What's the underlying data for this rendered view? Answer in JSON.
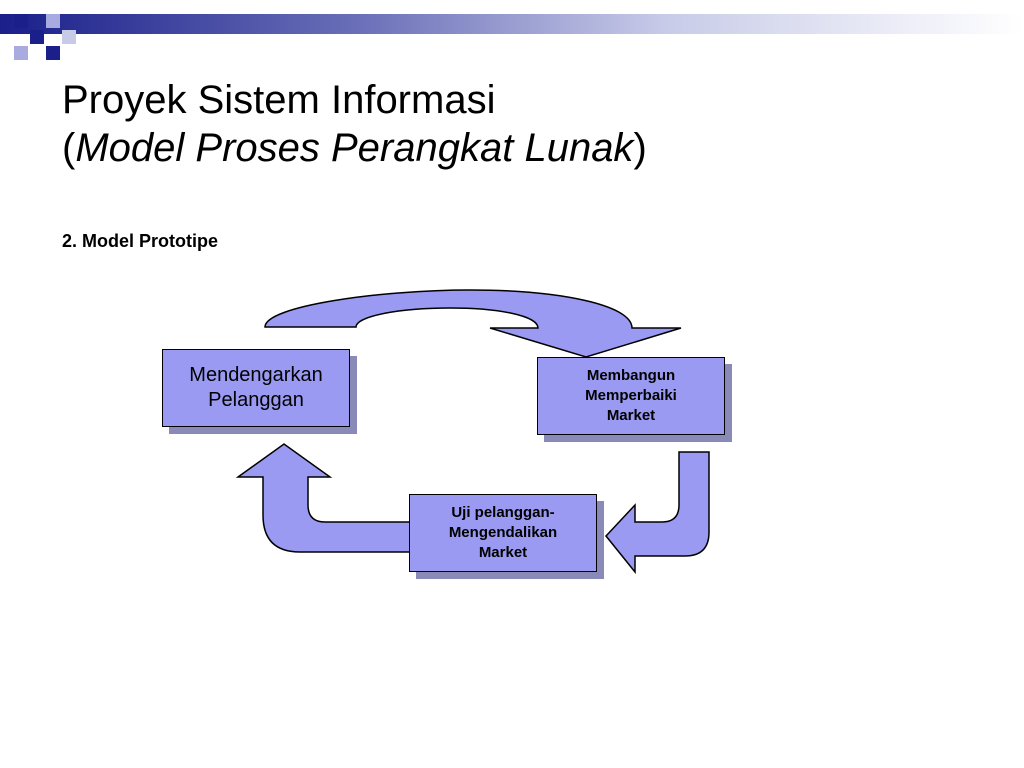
{
  "slide": {
    "title_line1": "Proyek Sistem Informasi",
    "title_open_paren": "(",
    "title_italic": "Model Proses Perangkat Lunak",
    "title_close_paren": ")",
    "subtitle": "2. Model Prototipe"
  },
  "diagram": {
    "nodes": {
      "listen": {
        "line1": "Mendengarkan",
        "line2": "Pelanggan"
      },
      "build": {
        "line1": "Membangun",
        "line2": "Memperbaiki",
        "line3": "Market"
      },
      "test": {
        "line1": "Uji pelanggan-",
        "line2": "Mengendalikan",
        "line3": "Market"
      }
    }
  },
  "colors": {
    "box_fill": "#9a9af2",
    "arrow_fill": "#9a9af2",
    "shadow": "#8a8ab8",
    "header_gradient_start": "#1a1f8a"
  }
}
